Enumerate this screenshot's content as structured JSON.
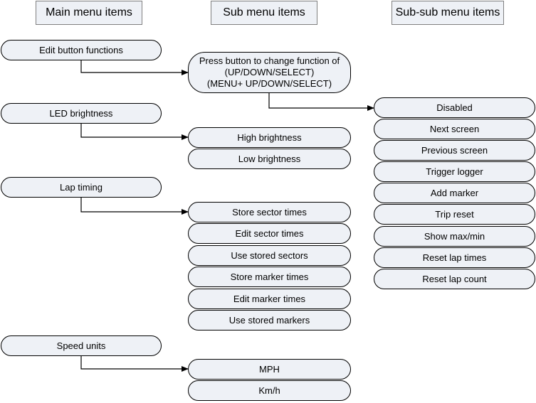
{
  "headers": {
    "main": "Main menu items",
    "sub": "Sub menu items",
    "subsub": "Sub-sub menu items"
  },
  "main_items": {
    "edit_button": "Edit button functions",
    "led": "LED brightness",
    "lap": "Lap timing",
    "speed": "Speed units"
  },
  "press_button": {
    "line1": "Press button to change function of",
    "line2": "(UP/DOWN/SELECT)",
    "line3": "(MENU+ UP/DOWN/SELECT)"
  },
  "led_items": [
    "High brightness",
    "Low brightness"
  ],
  "lap_items": [
    "Store sector times",
    "Edit sector times",
    "Use stored sectors",
    "Store marker times",
    "Edit marker times",
    "Use stored markers"
  ],
  "speed_items": [
    "MPH",
    "Km/h"
  ],
  "function_items": [
    "Disabled",
    "Next screen",
    "Previous screen",
    "Trigger logger",
    "Add marker",
    "Trip reset",
    "Show max/min",
    "Reset lap times",
    "Reset lap count"
  ]
}
